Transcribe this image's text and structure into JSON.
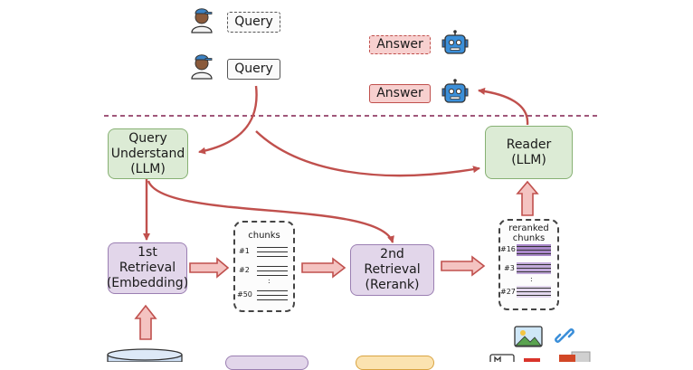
{
  "queries": [
    "Query",
    "Query"
  ],
  "answers": [
    "Answer",
    "Answer"
  ],
  "nodes": {
    "query_understand": [
      "Query",
      "Understand",
      "(LLM)"
    ],
    "reader": [
      "Reader",
      "(LLM)"
    ],
    "first_retrieval": [
      "1st Retrieval",
      "(Embedding)"
    ],
    "second_retrieval": [
      "2nd Retrieval",
      "(Rerank)"
    ]
  },
  "chunks": {
    "title": "chunks",
    "tags": [
      "#1",
      "#2",
      ":",
      "#50"
    ]
  },
  "reranked": {
    "title": [
      "reranked",
      "chunks"
    ],
    "tags": [
      "#16",
      "#3",
      ":",
      "#27"
    ]
  },
  "icons": [
    "person-icon",
    "robot-icon",
    "arrow-icon",
    "document-icon",
    "database-icon",
    "image-icon",
    "link-icon",
    "pdf-icon"
  ],
  "colors": {
    "arrow": "#c0504d",
    "arrow_fill": "#f4c3c1",
    "green_node": "#dcebd5",
    "purple_node": "#e2d6ea",
    "divider": "#a0577a"
  }
}
